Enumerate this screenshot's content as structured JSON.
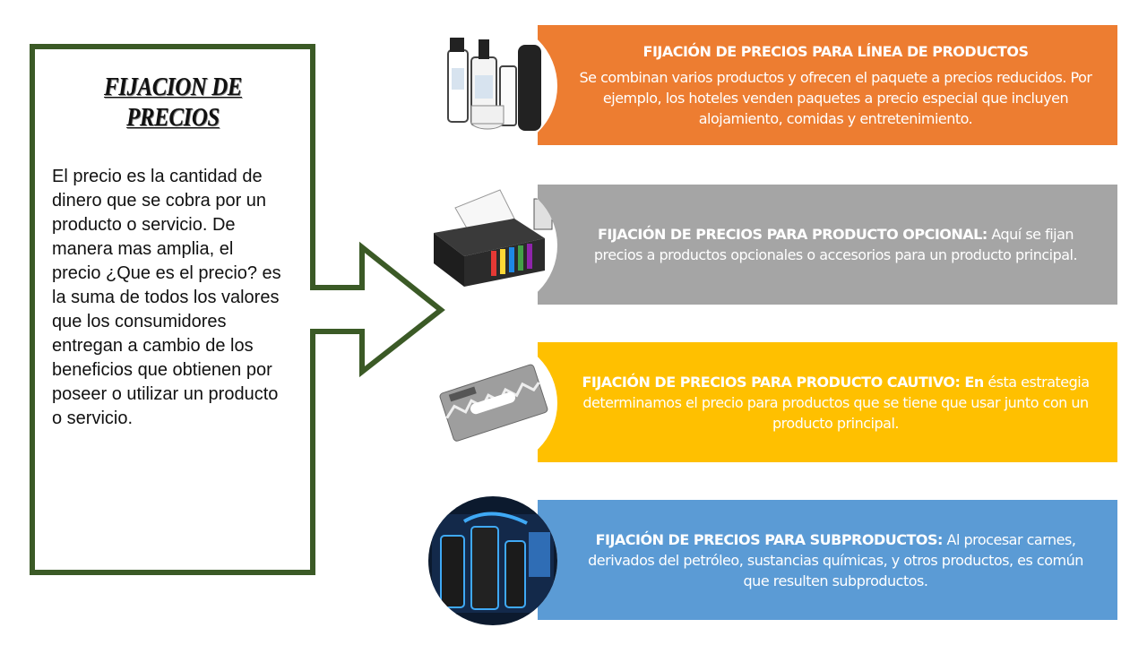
{
  "left_panel": {
    "title_line1": "FIJACION DE",
    "title_line2": "PRECIOS",
    "body": " El precio es la cantidad de dinero que se cobra por un producto o servicio. De manera mas amplia, el precio ¿Que es el precio? es la suma de todos los valores que los consumidores entregan a cambio de los beneficios que obtienen por poseer o utilizar un producto o servicio."
  },
  "bands": [
    {
      "title": "FIJACIÓN DE PRECIOS PARA LÍNEA DE PRODUCTOS",
      "text": "Se combinan varios productos y ofrecen el paquete a precios reducidos. Por ejemplo, los hoteles venden paquetes a precio especial que incluyen alojamiento, comidas y entretenimiento.",
      "color": "#ED7D31",
      "icon": "shampoo-products-icon"
    },
    {
      "label": "FIJACIÓN DE PRECIOS PARA PRODUCTO OPCIONAL:",
      "text": " Aquí se fijan precios a productos opcionales o accesorios para un producto principal.",
      "color": "#A5A5A5",
      "icon": "printer-icon"
    },
    {
      "label": "FIJACIÓN DE PRECIOS PARA PRODUCTO CAUTIVO: En",
      "text": " ésta estrategia determinamos el precio para productos que se tiene que usar junto con un producto principal.",
      "color": "#FFC000",
      "icon": "razor-blade-icon"
    },
    {
      "label": "FIJACIÓN DE PRECIOS PARA SUBPRODUCTOS:",
      "text": " Al procesar carnes, derivados del petróleo, sustancias químicas, y otros productos, es común que resulten subproductos.",
      "color": "#5B9BD5",
      "icon": "axe-products-icon"
    }
  ],
  "colors": {
    "arrow_outline": "#3B5A26"
  }
}
